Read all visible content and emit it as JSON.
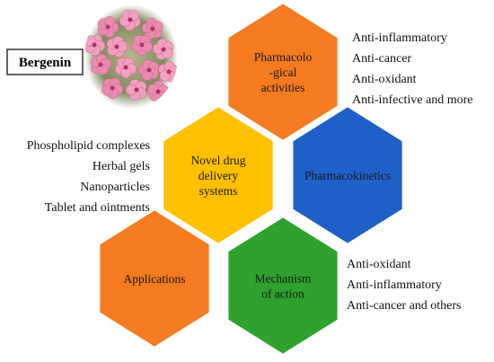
{
  "title": "Bergenin",
  "colors": {
    "orange": "#F47B20",
    "yellow": "#FFC000",
    "blue": "#1F5FC8",
    "green": "#2EA12E",
    "flower_bg": "#8A9A6A",
    "flower_pink": "#E98AAE"
  },
  "hexagons": {
    "pharmacological": {
      "lines": [
        "Pharmacolo",
        "-gical",
        "activities"
      ]
    },
    "drug_delivery": {
      "lines": [
        "Novel drug",
        "delivery",
        "systems"
      ]
    },
    "pharmacokinetics": {
      "lines": [
        "Pharmacokinetics"
      ]
    },
    "applications": {
      "lines": [
        "Applications"
      ]
    },
    "mechanism": {
      "lines": [
        "Mechanism",
        "of action"
      ]
    }
  },
  "lists": {
    "pharmacological": [
      "Anti-inflammatory",
      "Anti-cancer",
      "Anti-oxidant",
      "Anti-infective and more"
    ],
    "drug_delivery": [
      "Phospholipid complexes",
      "Herbal gels",
      "Nanoparticles",
      "Tablet and ointments"
    ],
    "mechanism": [
      "Anti-oxidant",
      "Anti-inflammatory",
      "Anti-cancer and others"
    ]
  },
  "image": {
    "icon": "bergenia-flower-photo"
  }
}
